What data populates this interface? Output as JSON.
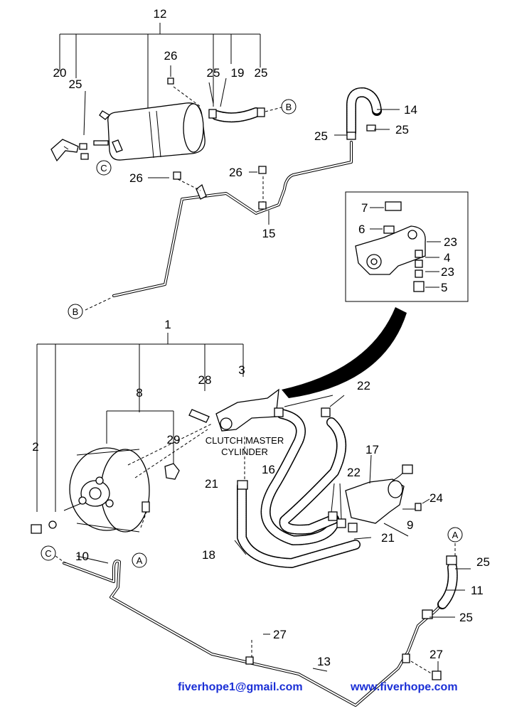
{
  "diagram": {
    "callouts": [
      {
        "id": "c12",
        "text": "12"
      },
      {
        "id": "c20",
        "text": "20"
      },
      {
        "id": "c25a",
        "text": "25"
      },
      {
        "id": "c26a",
        "text": "26"
      },
      {
        "id": "c25b",
        "text": "25"
      },
      {
        "id": "c19",
        "text": "19"
      },
      {
        "id": "c25c",
        "text": "25"
      },
      {
        "id": "c14",
        "text": "14"
      },
      {
        "id": "c25d",
        "text": "25"
      },
      {
        "id": "c25e",
        "text": "25"
      },
      {
        "id": "c26b",
        "text": "26"
      },
      {
        "id": "c26c",
        "text": "26"
      },
      {
        "id": "c15",
        "text": "15"
      },
      {
        "id": "c7",
        "text": "7"
      },
      {
        "id": "c6",
        "text": "6"
      },
      {
        "id": "c23a",
        "text": "23"
      },
      {
        "id": "c4",
        "text": "4"
      },
      {
        "id": "c23b",
        "text": "23"
      },
      {
        "id": "c5",
        "text": "5"
      },
      {
        "id": "c1",
        "text": "1"
      },
      {
        "id": "c8",
        "text": "8"
      },
      {
        "id": "c28",
        "text": "28"
      },
      {
        "id": "c3",
        "text": "3"
      },
      {
        "id": "c22a",
        "text": "22"
      },
      {
        "id": "c29",
        "text": "29"
      },
      {
        "id": "c2",
        "text": "2"
      },
      {
        "id": "c17",
        "text": "17"
      },
      {
        "id": "c16",
        "text": "16"
      },
      {
        "id": "c21a",
        "text": "21"
      },
      {
        "id": "c22b",
        "text": "22"
      },
      {
        "id": "c24",
        "text": "24"
      },
      {
        "id": "c9",
        "text": "9"
      },
      {
        "id": "c21b",
        "text": "21"
      },
      {
        "id": "c18",
        "text": "18"
      },
      {
        "id": "c10",
        "text": "10"
      },
      {
        "id": "c25f",
        "text": "25"
      },
      {
        "id": "c11",
        "text": "11"
      },
      {
        "id": "c25g",
        "text": "25"
      },
      {
        "id": "c27a",
        "text": "27"
      },
      {
        "id": "c27b",
        "text": "27"
      },
      {
        "id": "c13",
        "text": "13"
      }
    ],
    "references": {
      "B": "B",
      "C": "C",
      "A": "A"
    },
    "component_label": {
      "line1": "CLUTCH MASTER",
      "line2": "CYLINDER"
    }
  },
  "footer": {
    "email": "fiverhope1@gmail.com",
    "website": "www.fiverhope.com",
    "color": "#1a2fd6"
  }
}
